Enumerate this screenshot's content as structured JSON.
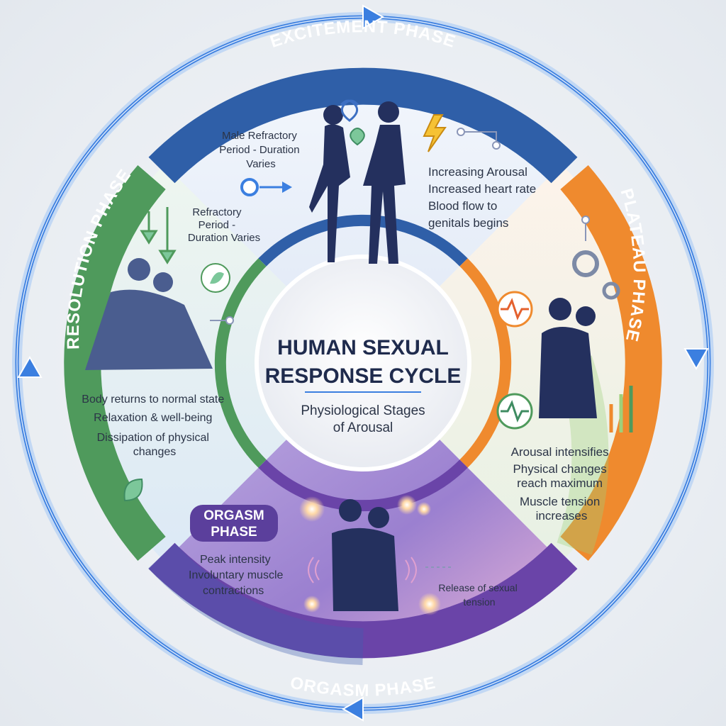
{
  "center": {
    "title_line1": "HUMAN SEXUAL",
    "title_line2": "RESPONSE CYCLE",
    "subtitle_line1": "Physiological Stages",
    "subtitle_line2": "of Arousal"
  },
  "phases": {
    "excitement": {
      "label": "EXCITEMENT PHASE",
      "notes": [
        "Increasing Arousal",
        "Increased heart rate",
        "Blood flow to",
        "genitals begins"
      ],
      "male_refractory": [
        "Male Refractory",
        "Period - Duration",
        "Varies"
      ]
    },
    "plateau": {
      "label": "PLATEAU PHASE",
      "notes": [
        "Arousal intensifies",
        "Physical changes",
        "reach maximum",
        "Muscle tension",
        "increases"
      ]
    },
    "orgasm": {
      "label": "ORGASM PHASE",
      "badge_line1": "ORGASM",
      "badge_line2": "PHASE",
      "notes": [
        "Peak intensity",
        "Involuntary muscle",
        "contractions"
      ],
      "release": [
        "Release of sexual",
        "tension"
      ]
    },
    "resolution": {
      "label": "RESOLUTION PHASE",
      "refractory": [
        "Refractory",
        "Period -",
        "Duration Varies"
      ],
      "notes": [
        "Body returns to normal state",
        "Relaxation & well-being",
        "Dissipation of physical",
        "changes"
      ]
    }
  },
  "colors": {
    "excitement": "#2f5fa8",
    "plateau": "#ef8a2e",
    "orgasm": "#6a44a8",
    "resolution": "#4f9a5c",
    "outer_ring": "#3b7fe0",
    "silhouette": "#24305e"
  }
}
